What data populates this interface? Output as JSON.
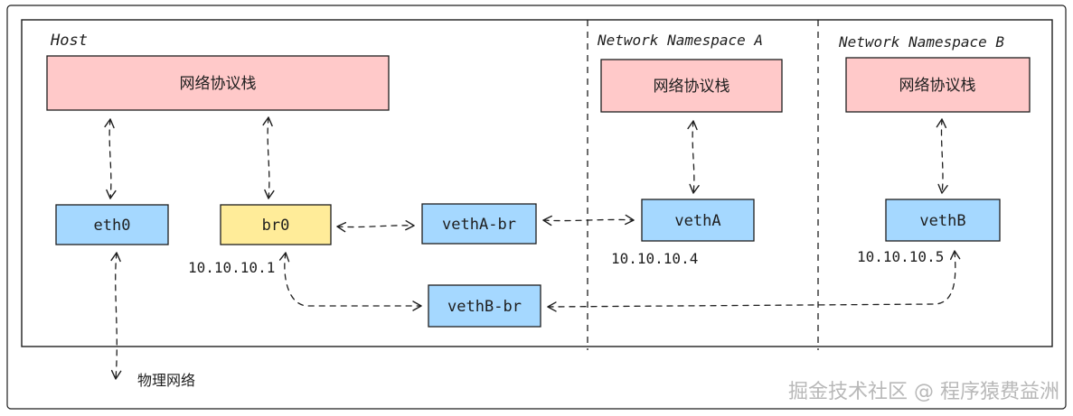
{
  "host": {
    "title": "Host",
    "stack_label": "网络协议栈",
    "eth0_label": "eth0",
    "br0_label": "br0",
    "br0_ip": "10.10.10.1",
    "vetha_br_label": "vethA-br",
    "vethb_br_label": "vethB-br",
    "physical_net_label": "物理网络"
  },
  "ns_a": {
    "title": "Network Namespace A",
    "stack_label": "网络协议栈",
    "veth_label": "vethA",
    "ip": "10.10.10.4"
  },
  "ns_b": {
    "title": "Network Namespace B",
    "stack_label": "网络协议栈",
    "veth_label": "vethB",
    "ip": "10.10.10.5"
  },
  "watermark": "掘金技术社区 @ 程序猿费益洲",
  "colors": {
    "stack_fill": "#ffc9c9",
    "iface_fill": "#a5d8ff",
    "bridge_fill": "#ffec99",
    "stroke": "#1e1e1e",
    "watermark": "#b8b8b8"
  }
}
